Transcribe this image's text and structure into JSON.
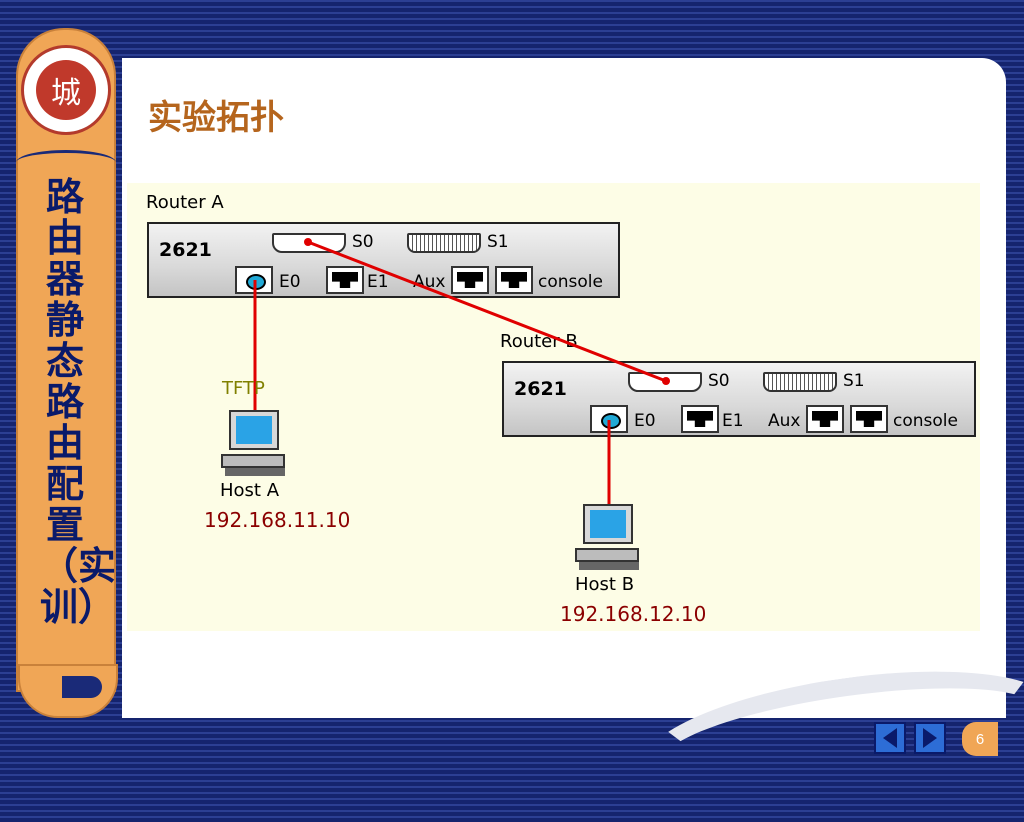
{
  "slide": {
    "title": "实验拓扑",
    "side_title": "路由器静态路由配置（实训）",
    "logo_char": "城",
    "page_number": "6"
  },
  "routers": [
    {
      "name": "Router A",
      "model": "2621",
      "ports": {
        "s0": "S0",
        "s1": "S1",
        "e0": "E0",
        "e1": "E1",
        "aux": "Aux",
        "console": "console"
      }
    },
    {
      "name": "Router B",
      "model": "2621",
      "ports": {
        "s0": "S0",
        "s1": "S1",
        "e0": "E0",
        "e1": "E1",
        "aux": "Aux",
        "console": "console"
      }
    }
  ],
  "hosts": [
    {
      "name": "Host A",
      "ip": "192.168.11.10",
      "tag": "TFTP"
    },
    {
      "name": "Host B",
      "ip": "192.168.12.10"
    }
  ],
  "colors": {
    "link": "#e00000",
    "sidebar": "#f0a656",
    "title": "#b5651d",
    "ip_text": "#8b0000",
    "tftp_text": "#808000",
    "diagram_bg": "#fdfde6"
  },
  "icons": [
    "wic-serial-icon",
    "serial-port-icon",
    "ethernet-port-icon",
    "pc-icon",
    "prev-arrow-icon",
    "next-arrow-icon"
  ]
}
